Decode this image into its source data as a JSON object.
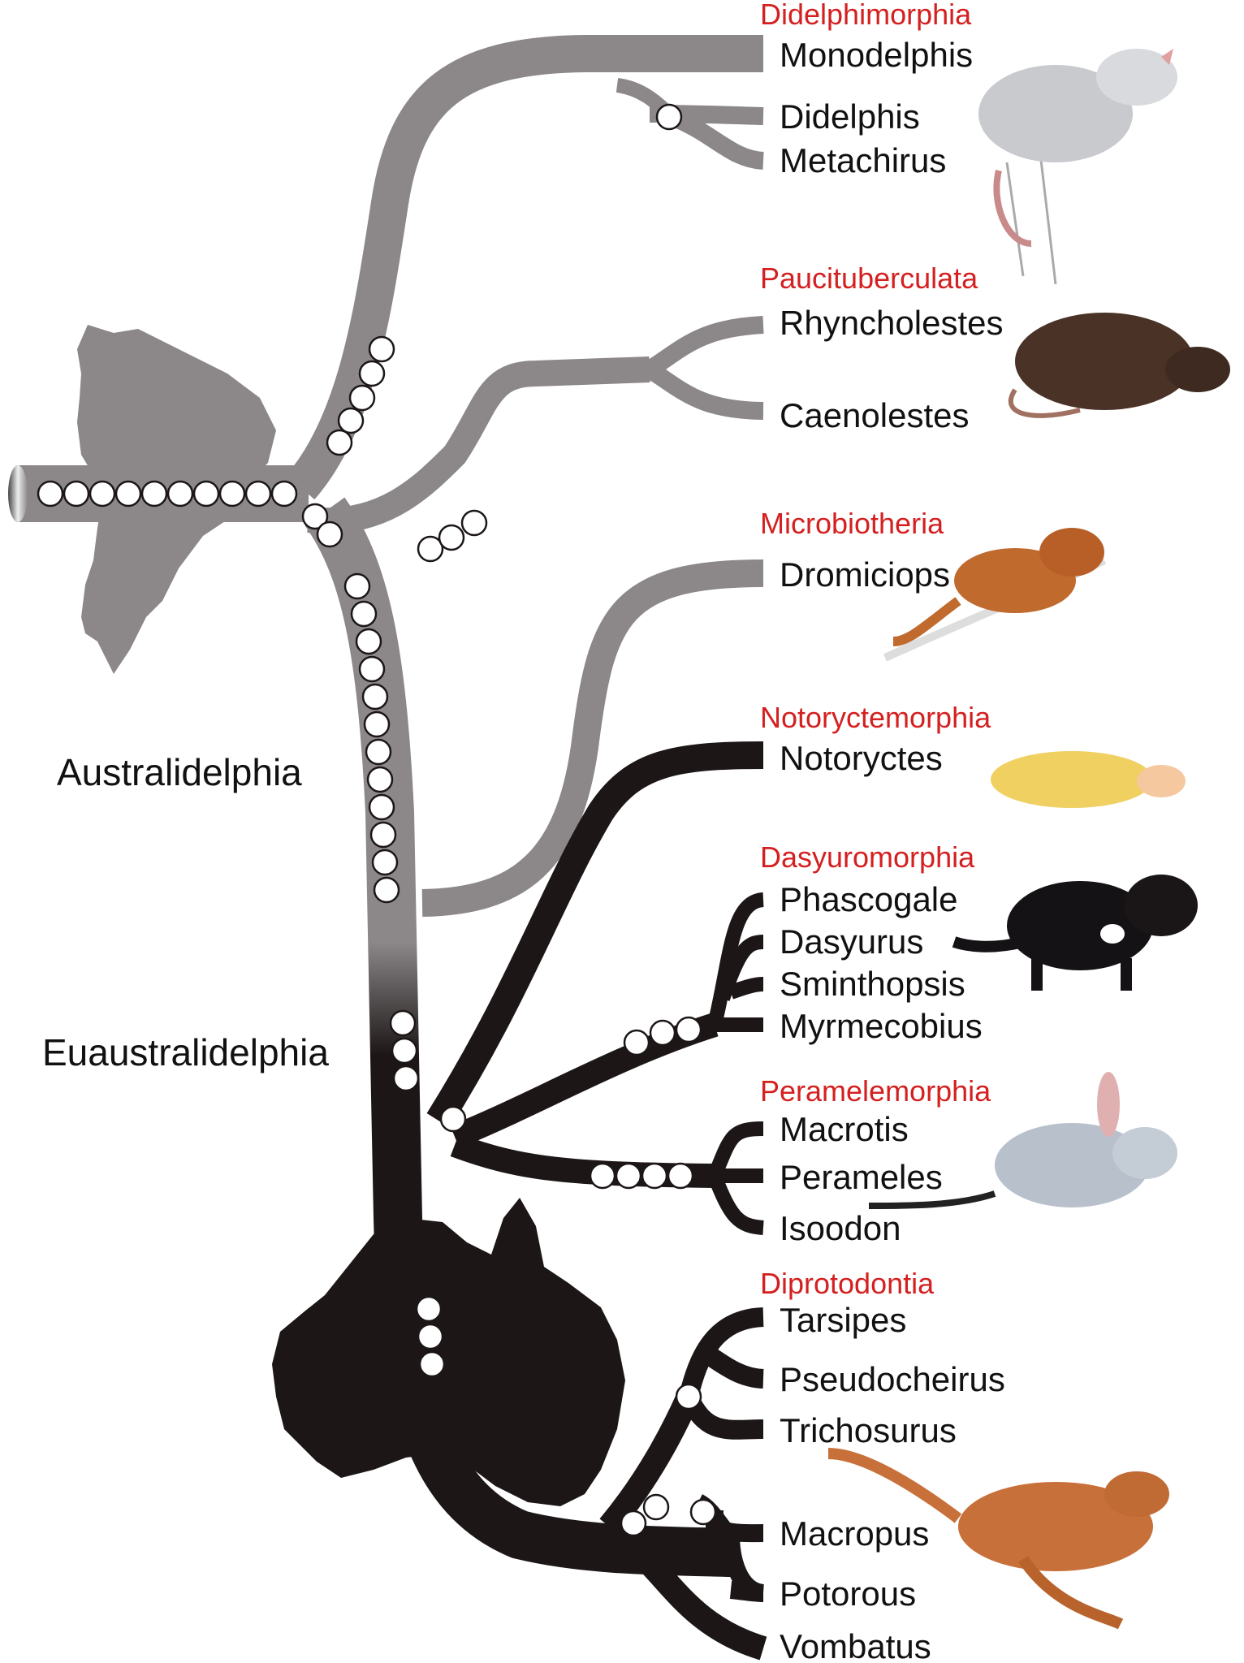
{
  "colors": {
    "gray_branch": "#8c8788",
    "dark_branch": "#1c1617",
    "order_label": "#d42020",
    "text": "#111111",
    "marker_fill": "#ffffff"
  },
  "clades": {
    "australidelphia": "Australidelphia",
    "euaustralidelphia": "Euaustralidelphia"
  },
  "orders": [
    {
      "name": "Didelphimorphia",
      "genera": [
        "Monodelphis",
        "Didelphis",
        "Metachirus"
      ],
      "illustration": "opossum-illustration"
    },
    {
      "name": "Paucituberculata",
      "genera": [
        "Rhyncholestes",
        "Caenolestes"
      ],
      "illustration": "shrew-opossum-illustration"
    },
    {
      "name": "Microbiotheria",
      "genera": [
        "Dromiciops"
      ],
      "illustration": "monito-del-monte-illustration"
    },
    {
      "name": "Notoryctemorphia",
      "genera": [
        "Notoryctes"
      ],
      "illustration": "marsupial-mole-illustration"
    },
    {
      "name": "Dasyuromorphia",
      "genera": [
        "Phascogale",
        "Dasyurus",
        "Sminthopsis",
        "Myrmecobius"
      ],
      "illustration": "tasmanian-devil-illustration"
    },
    {
      "name": "Peramelemorphia",
      "genera": [
        "Macrotis",
        "Perameles",
        "Isoodon"
      ],
      "illustration": "bilby-illustration"
    },
    {
      "name": "Diprotodontia",
      "genera": [
        "Tarsipes",
        "Pseudocheirus",
        "Trichosurus",
        "Macropus",
        "Potorous",
        "Vombatus"
      ],
      "illustration": "kangaroo-illustration"
    }
  ],
  "maps": [
    "south-america-silhouette",
    "australia-silhouette"
  ]
}
